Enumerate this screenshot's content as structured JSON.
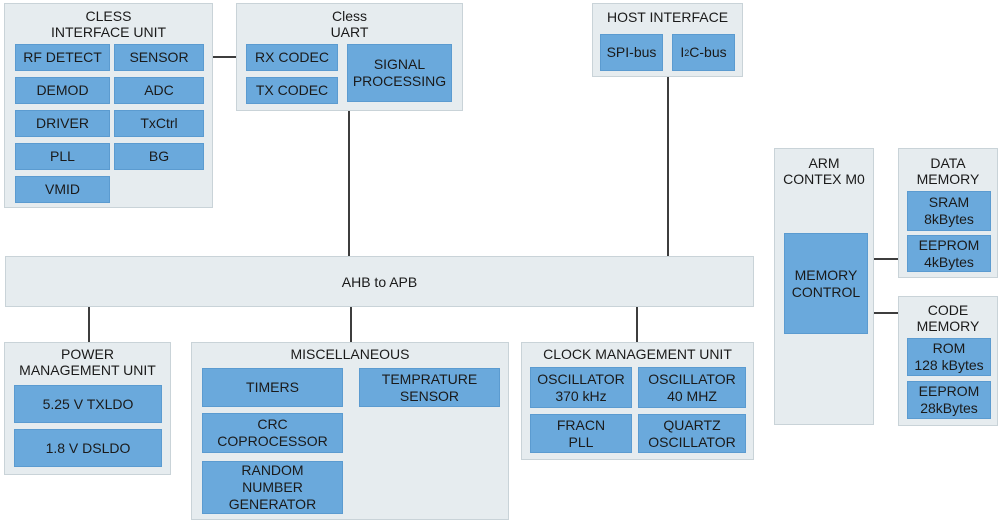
{
  "cless_interface": {
    "title": "CLESS\nINTERFACE UNIT",
    "blocks": [
      "RF DETECT",
      "SENSOR",
      "DEMOD",
      "ADC",
      "DRIVER",
      "TxCtrl",
      "PLL",
      "BG",
      "VMID"
    ]
  },
  "cless_uart": {
    "title": "Cless\nUART",
    "blocks": [
      "RX CODEC",
      "TX CODEC",
      "SIGNAL\nPROCESSING"
    ]
  },
  "host_interface": {
    "title": "HOST INTERFACE",
    "spi": "SPI-bus",
    "i2c_prefix": "I",
    "i2c_sup": "2",
    "i2c_suffix": "C-bus"
  },
  "arm": {
    "title": "ARM\nCONTEX M0",
    "memory_control": "MEMORY\nCONTROL"
  },
  "data_memory": {
    "title": "DATA\nMEMORY",
    "blocks": [
      "SRAM\n8kBytes",
      "EEPROM\n4kBytes"
    ]
  },
  "code_memory": {
    "title": "CODE\nMEMORY",
    "blocks": [
      "ROM\n128 kBytes",
      "EEPROM\n28kBytes"
    ]
  },
  "bus": {
    "label": "AHB to APB"
  },
  "power": {
    "title": "POWER\nMANAGEMENT UNIT",
    "blocks": [
      "5.25 V TXLDO",
      "1.8 V DSLDO"
    ]
  },
  "misc": {
    "title": "MISCELLANEOUS",
    "blocks": [
      "TIMERS",
      "TEMPRATURE\nSENSOR",
      "CRC\nCOPROCESSOR",
      "RANDOM\nNUMBER\nGENERATOR"
    ]
  },
  "clock": {
    "title": "CLOCK MANAGEMENT UNIT",
    "blocks": [
      "OSCILLATOR\n370 kHz",
      "OSCILLATOR\n40 MHZ",
      "FRACN\nPLL",
      "QUARTZ\nOSCILLATOR"
    ]
  },
  "colors": {
    "group_bg": "#e6ecef",
    "block_bg": "#6aa9dc",
    "wire": "#3d3d3d"
  }
}
